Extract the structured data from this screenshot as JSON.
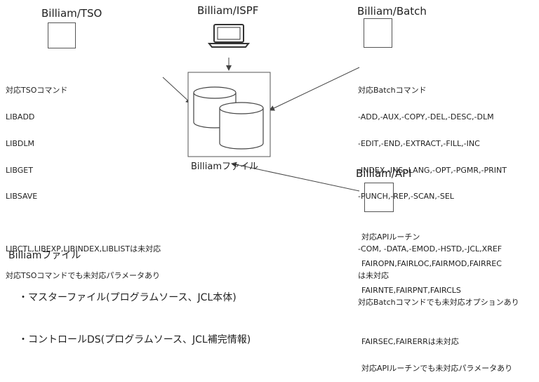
{
  "nodes": {
    "tso": {
      "title": "Billiam/TSO"
    },
    "ispf": {
      "title": "Billiam/ISPF"
    },
    "batch": {
      "title": "Billiam/Batch"
    },
    "api": {
      "title": "Billiam/API"
    },
    "file": {
      "label": "Billiamファイル"
    }
  },
  "notes": {
    "tso": {
      "heading": "対応TSOコマンド",
      "commands": [
        "LIBADD",
        "LIBDLM",
        "LIBGET",
        "LIBSAVE"
      ],
      "unsupported": "LIBCTL,LIBEXP,LIBINDEX,LIBLISTは未対応",
      "param_note": "対応TSOコマンドでも未対応パラメータあり"
    },
    "batch": {
      "heading": "対応Batchコマンド",
      "commands": [
        "-ADD,-AUX,-COPY,-DEL,-DESC,-DLM",
        "-EDIT,-END,-EXTRACT,-FILL,-INC",
        "-INDEX,-INS,-LANG,-OPT,-PGMR,-PRINT",
        "-PUNCH,-REP,-SCAN,-SEL"
      ],
      "unsupported_1": "-COM, -DATA,-EMOD,-HSTD,-JCL,XREF",
      "unsupported_2": "は未対応",
      "option_note": "対応Batchコマンドでも未対応オプションあり"
    },
    "api": {
      "heading": "対応APIルーチン",
      "routines": [
        "FAIROPN,FAIRLOC,FAIRMOD,FAIRREC",
        "FAIRNTE,FAIRPNT,FAIRCLS"
      ],
      "unsupported": "FAIRSEC,FAIRERRは未対応",
      "param_note": "対応APIルーチンでも未対応パラメータあり"
    }
  },
  "legend": {
    "title": "Billiamファイル",
    "items": [
      "・マスターファイル(プログラムソース、JCL本体)",
      "・コントロールDS(プログラムソース、JCL補完情報)"
    ]
  },
  "colors": {
    "stroke": "#555555",
    "text": "#222222",
    "arrow": "#444444"
  },
  "icons": {
    "ispf": "laptop-icon",
    "storage": "database-cylinder-icon"
  }
}
